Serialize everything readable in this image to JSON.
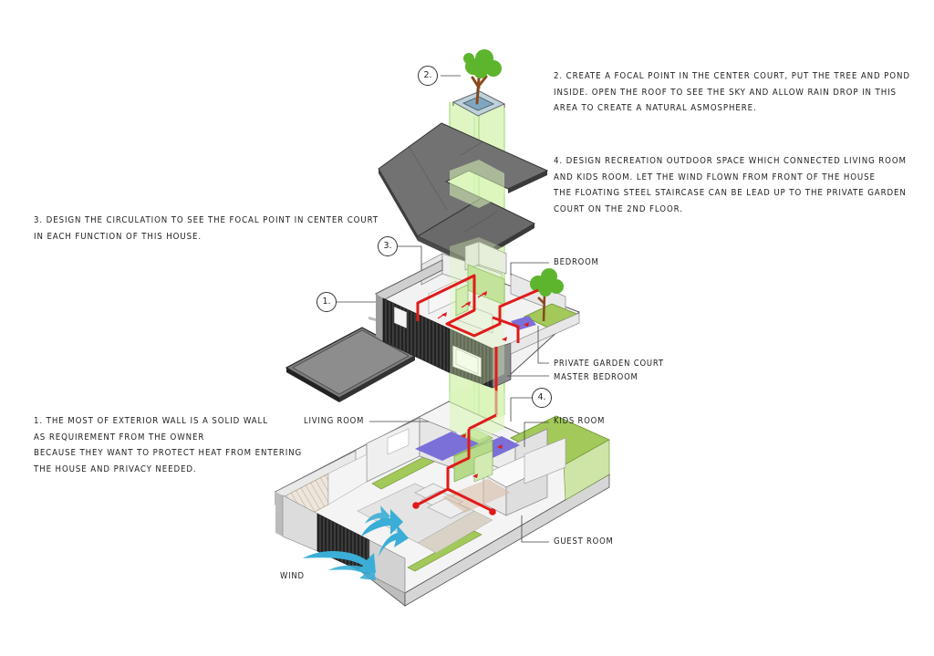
{
  "notes": {
    "n1": [
      "1. THE MOST OF EXTERIOR WALL IS A SOLID WALL",
      "AS REQUIREMENT FROM THE OWNER",
      "BECAUSE THEY WANT TO PROTECT HEAT FROM ENTERING",
      "THE HOUSE AND PRIVACY NEEDED."
    ],
    "n2": [
      "2. CREATE A FOCAL POINT IN THE CENTER COURT, PUT THE TREE AND POND",
      "INSIDE. OPEN THE ROOF TO SEE THE SKY AND ALLOW RAIN DROP IN THIS",
      "AREA TO CREATE A NATURAL ASMOSPHERE."
    ],
    "n3": [
      "3. DESIGN THE CIRCULATION TO SEE THE FOCAL POINT IN CENTER COURT",
      "IN EACH FUNCTION OF THIS HOUSE."
    ],
    "n4": [
      "4. DESIGN RECREATION OUTDOOR SPACE WHICH CONNECTED LIVING ROOM",
      "AND KIDS ROOM. LET THE WIND FLOWN FROM FRONT OF THE HOUSE",
      "THE FLOATING STEEL STAIRCASE CAN BE LEAD UP TO THE PRIVATE GARDEN",
      "COURT ON THE 2ND FLOOR."
    ]
  },
  "labels": {
    "bedroom": "BEDROOM",
    "private_garden_court": "PRIVATE GARDEN COURT",
    "master_bedroom": "MASTER BEDROOM",
    "living_room": "LIVING ROOM",
    "kids_room": "KIDS ROOM",
    "guest_room": "GUEST ROOM",
    "wind": "WIND"
  },
  "markers": {
    "m1": "1.",
    "m2": "2.",
    "m3": "3.",
    "m4": "4."
  },
  "colors": {
    "light_shaft": "#d9f5b8",
    "circulation": "#e01b1b",
    "garden": "#a3c95a",
    "pool": "#7b6fd8",
    "wind": "#3aaed6",
    "roof": "#6e6e6e",
    "tree": "#5db52e"
  }
}
